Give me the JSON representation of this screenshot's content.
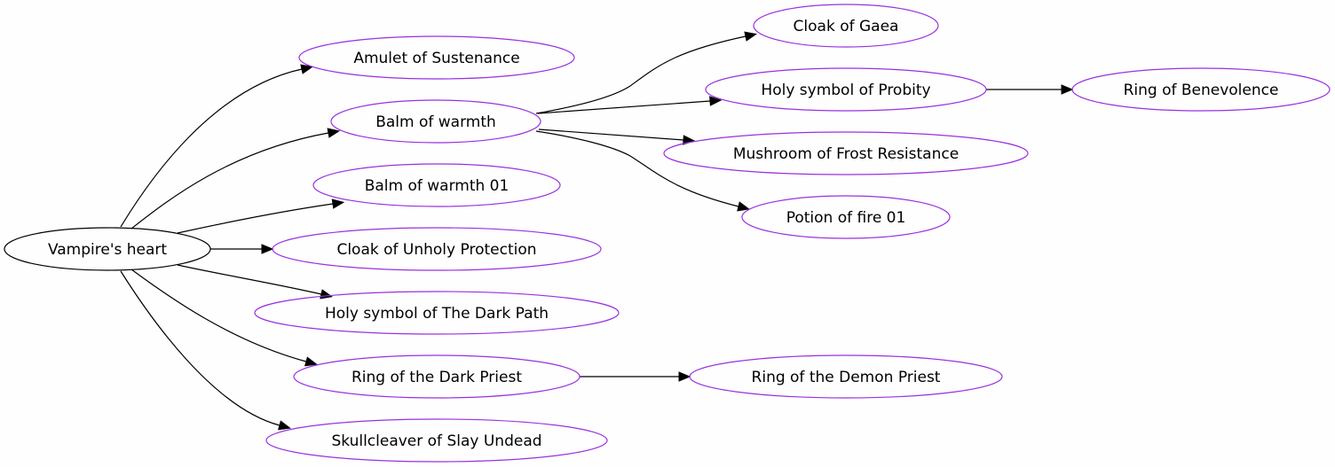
{
  "graph": {
    "root_color": "#000000",
    "item_color": "#9a30e0",
    "edge_color": "#000000",
    "nodes": [
      {
        "id": "vampires_heart",
        "label": "Vampire's heart",
        "role": "root"
      },
      {
        "id": "amulet_sustenance",
        "label": "Amulet of Sustenance",
        "role": "item"
      },
      {
        "id": "balm_warmth",
        "label": "Balm of warmth",
        "role": "item"
      },
      {
        "id": "balm_warmth_01",
        "label": "Balm of warmth 01",
        "role": "item"
      },
      {
        "id": "cloak_unholy",
        "label": "Cloak of Unholy Protection",
        "role": "item"
      },
      {
        "id": "holy_dark_path",
        "label": "Holy symbol of The Dark Path",
        "role": "item"
      },
      {
        "id": "ring_dark_priest",
        "label": "Ring of the Dark Priest",
        "role": "item"
      },
      {
        "id": "skullcleaver",
        "label": "Skullcleaver of Slay Undead",
        "role": "item"
      },
      {
        "id": "cloak_gaea",
        "label": "Cloak of Gaea",
        "role": "item"
      },
      {
        "id": "holy_probity",
        "label": "Holy symbol of Probity",
        "role": "item"
      },
      {
        "id": "mushroom_frost",
        "label": "Mushroom of Frost Resistance",
        "role": "item"
      },
      {
        "id": "potion_fire_01",
        "label": "Potion of fire 01",
        "role": "item"
      },
      {
        "id": "ring_benevolence",
        "label": "Ring of Benevolence",
        "role": "item"
      },
      {
        "id": "ring_demon_priest",
        "label": "Ring of the Demon Priest",
        "role": "item"
      }
    ],
    "edges": [
      {
        "from": "vampires_heart",
        "to": "amulet_sustenance"
      },
      {
        "from": "vampires_heart",
        "to": "balm_warmth"
      },
      {
        "from": "vampires_heart",
        "to": "balm_warmth_01"
      },
      {
        "from": "vampires_heart",
        "to": "cloak_unholy"
      },
      {
        "from": "vampires_heart",
        "to": "holy_dark_path"
      },
      {
        "from": "vampires_heart",
        "to": "ring_dark_priest"
      },
      {
        "from": "vampires_heart",
        "to": "skullcleaver"
      },
      {
        "from": "balm_warmth",
        "to": "cloak_gaea"
      },
      {
        "from": "balm_warmth",
        "to": "holy_probity"
      },
      {
        "from": "balm_warmth",
        "to": "mushroom_frost"
      },
      {
        "from": "balm_warmth",
        "to": "potion_fire_01"
      },
      {
        "from": "holy_probity",
        "to": "ring_benevolence"
      },
      {
        "from": "ring_dark_priest",
        "to": "ring_demon_priest"
      }
    ]
  }
}
